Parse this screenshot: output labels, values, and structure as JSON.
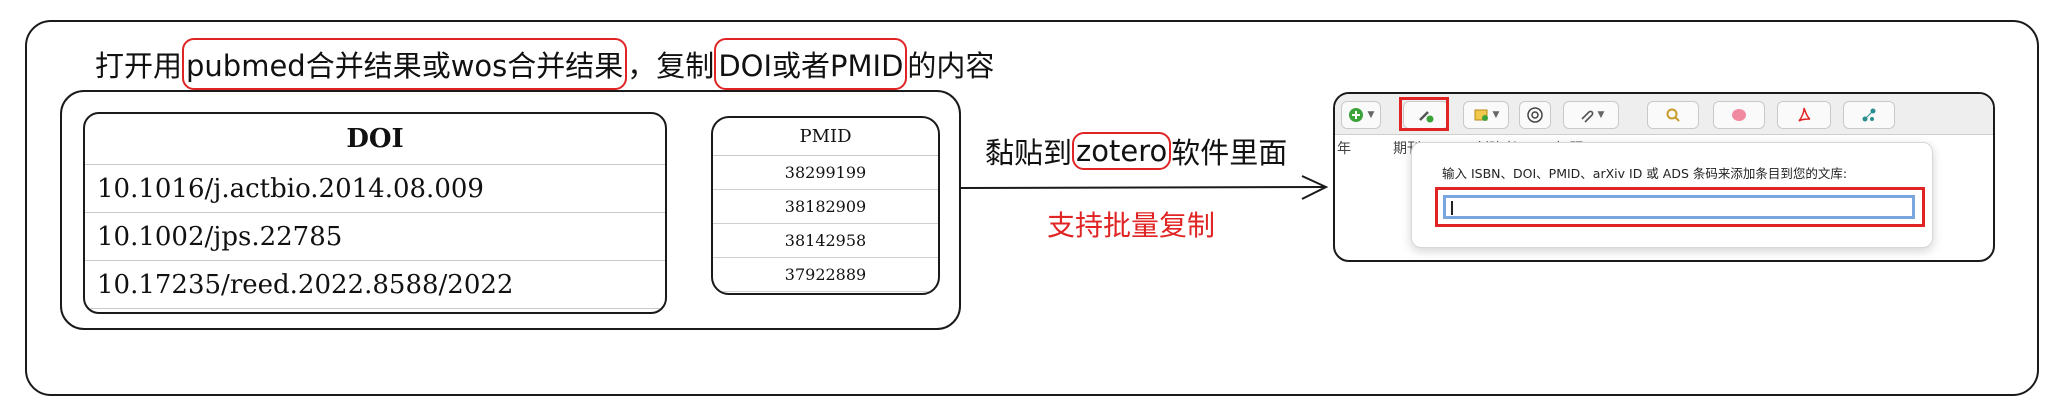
{
  "title": {
    "parts": [
      {
        "text": "打开用",
        "boxed": false
      },
      {
        "text": "pubmed合并结果或wos合并结果",
        "boxed": true
      },
      {
        "text": "，复制",
        "boxed": false
      },
      {
        "text": "DOI或者PMID",
        "boxed": true
      },
      {
        "text": "的内容",
        "boxed": false
      }
    ]
  },
  "doi_table": {
    "header": "DOI",
    "rows": [
      "10.1016/j.actbio.2014.08.009",
      "10.1002/jps.22785",
      "10.17235/reed.2022.8588/2022"
    ]
  },
  "pmid_table": {
    "header": "PMID",
    "rows": [
      "38299199",
      "38182909",
      "38142958",
      "37922889"
    ]
  },
  "paste_label": {
    "prefix": "黏贴到",
    "boxed": "zotero",
    "suffix": "软件里面"
  },
  "batch_label": "支持批量复制",
  "zotero": {
    "columns": [
      "年",
      "期刊",
      "创建者",
      "标题"
    ],
    "popup_label": "输入 ISBN、DOI、PMID、arXiv ID 或 ADS 条码来添加条目到您的文库:",
    "input_value": "",
    "toolbar_icons": [
      "new-item-icon",
      "add-by-identifier-icon",
      "new-note-icon",
      "chatgpt-icon",
      "attachment-icon",
      "search-icon",
      "brain-icon",
      "pdf-icon",
      "connector-icon"
    ]
  },
  "colors": {
    "highlight_red": "#e02424",
    "input_blue": "#7aa6e0"
  }
}
